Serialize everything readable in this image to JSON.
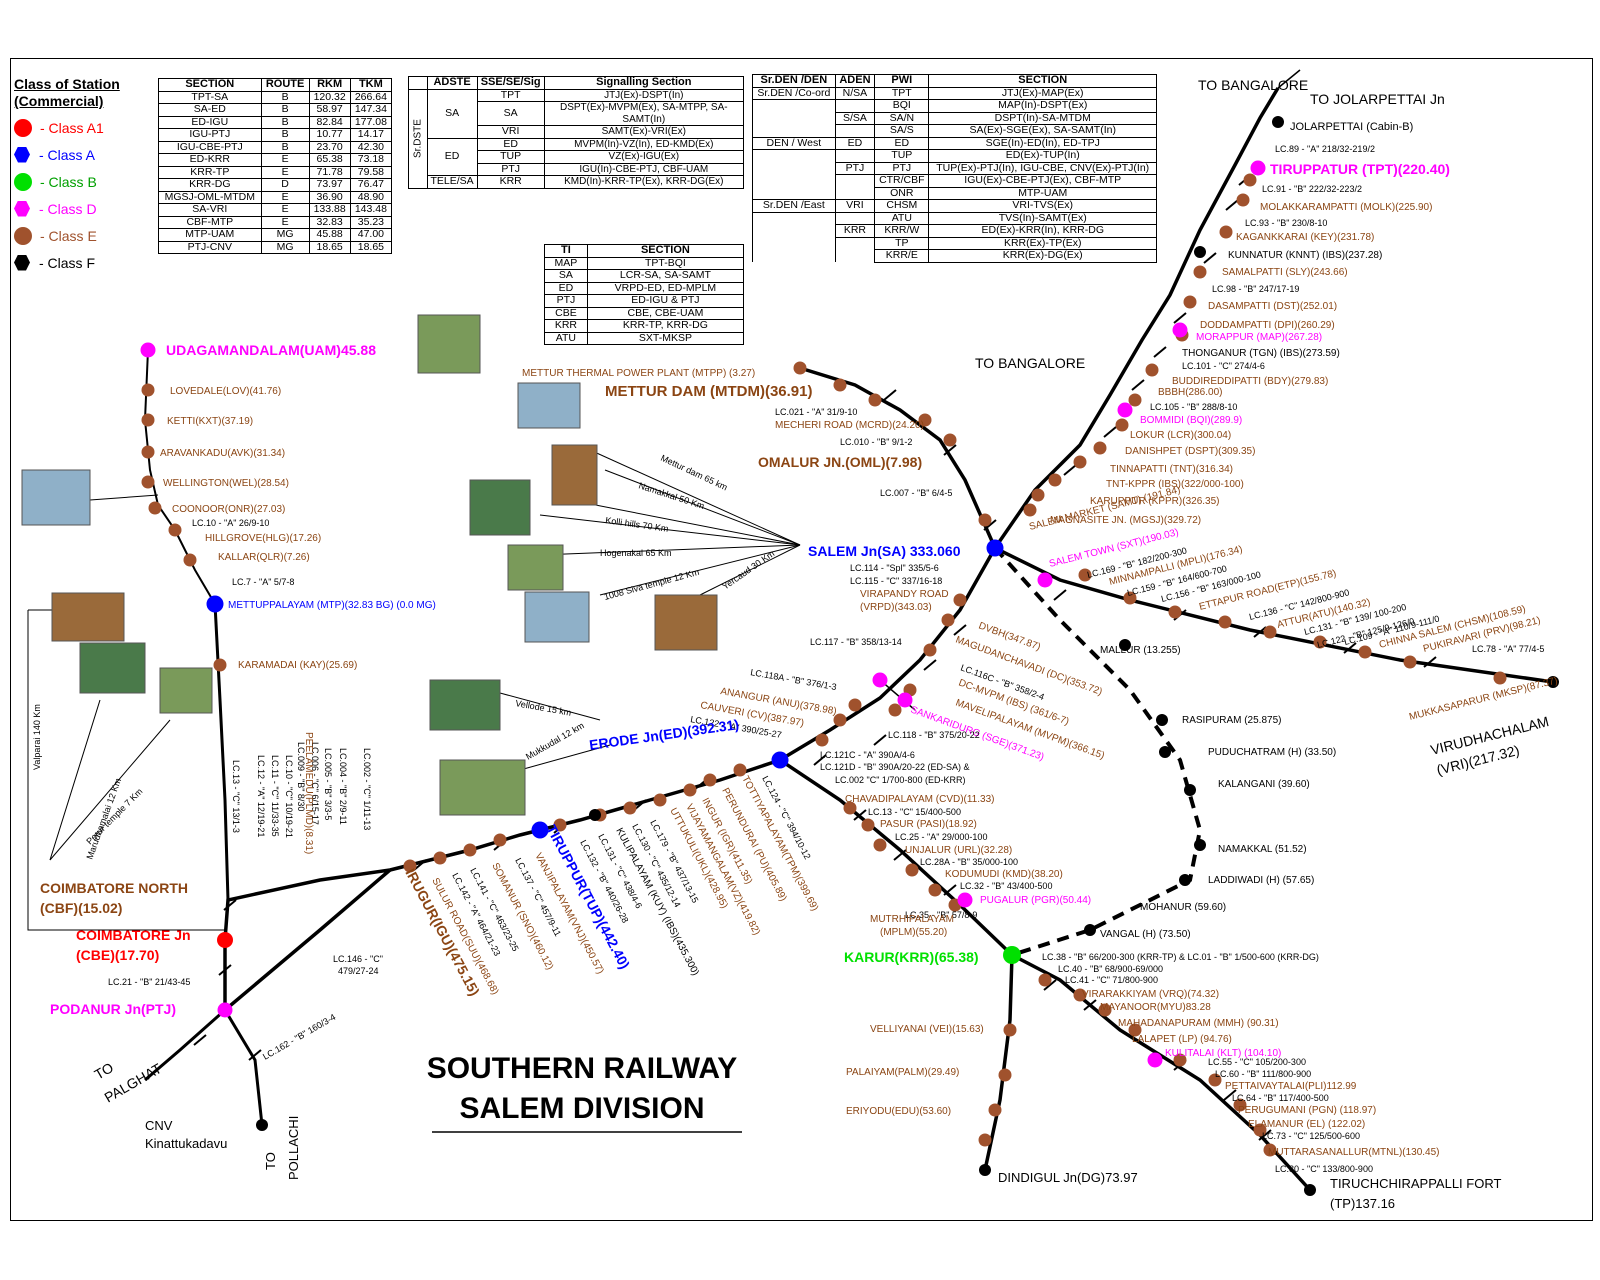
{
  "title": {
    "line1": "SOUTHERN RAILWAY",
    "line2": "SALEM DIVISION"
  },
  "legend": {
    "title_l1": "Class of Station",
    "title_l2": "(Commercial)",
    "items": [
      {
        "label": "- Class A1",
        "color": "#ff0000",
        "shape": "circle"
      },
      {
        "label": "- Class A",
        "color": "#0000ff",
        "shape": "hexagon"
      },
      {
        "label": "- Class B",
        "color": "#00e000",
        "shape": "circle"
      },
      {
        "label": "- Class D",
        "color": "#ff00ff",
        "shape": "hexagon"
      },
      {
        "label": "- Class E",
        "color": "#a0522d",
        "shape": "circle"
      },
      {
        "label": "- Class F",
        "color": "#000000",
        "shape": "hexagon"
      }
    ]
  },
  "section_table": {
    "headers": [
      "SECTION",
      "ROUTE",
      "RKM",
      "TKM"
    ],
    "rows": [
      [
        "TPT-SA",
        "B",
        "120.32",
        "266.64"
      ],
      [
        "SA-ED",
        "B",
        "58.97",
        "147.34"
      ],
      [
        "ED-IGU",
        "B",
        "82.84",
        "177.08"
      ],
      [
        "IGU-PTJ",
        "B",
        "10.77",
        "14.17"
      ],
      [
        "IGU-CBE-PTJ",
        "B",
        "23.70",
        "42.30"
      ],
      [
        "ED-KRR",
        "E",
        "65.38",
        "73.18"
      ],
      [
        "KRR-TP",
        "E",
        "71.78",
        "79.58"
      ],
      [
        "KRR-DG",
        "D",
        "73.97",
        "76.47"
      ],
      [
        "MGSJ-OML-MTDM",
        "E",
        "36.90",
        "48.90"
      ],
      [
        "SA-VRI",
        "E",
        "133.88",
        "143.48"
      ],
      [
        "CBF-MTP",
        "E",
        "32.83",
        "35.23"
      ],
      [
        "MTP-UAM",
        "MG",
        "45.88",
        "47.00"
      ],
      [
        "PTJ-CNV",
        "MG",
        "18.65",
        "18.65"
      ]
    ]
  },
  "adste_table": {
    "side": "Sr.DSTE",
    "headers": [
      "ADSTE",
      "SSE/SE/Sig",
      "Signalling Section"
    ],
    "groups": [
      {
        "adste": "SA",
        "rows": [
          [
            "TPT",
            "JTJ(Ex)-DSPT(In)"
          ],
          [
            "SA",
            "DSPT(Ex)-MVPM(Ex), SA-MTPP, SA-SAMT(In)"
          ],
          [
            "VRI",
            "SAMT(Ex)-VRI(Ex)"
          ]
        ]
      },
      {
        "adste": "ED",
        "rows": [
          [
            "ED",
            "MVPM(In)-VZ(In), ED-KMD(Ex)"
          ],
          [
            "TUP",
            "VZ(Ex)-IGU(Ex)"
          ],
          [
            "PTJ",
            "IGU(In)-CBE-PTJ, CBF-UAM"
          ]
        ]
      },
      {
        "adste": "TELE/SA",
        "rows": [
          [
            "KRR",
            "KMD(In)-KRR-TP(Ex), KRR-DG(Ex)"
          ]
        ]
      }
    ]
  },
  "ti_table": {
    "headers": [
      "TI",
      "SECTION"
    ],
    "rows": [
      [
        "MAP",
        "TPT-BQI"
      ],
      [
        "SA",
        "LCR-SA, SA-SAMT"
      ],
      [
        "ED",
        "VRPD-ED, ED-MPLM"
      ],
      [
        "PTJ",
        "ED-IGU & PTJ"
      ],
      [
        "CBE",
        "CBE, CBE-UAM"
      ],
      [
        "KRR",
        "KRR-TP, KRR-DG"
      ],
      [
        "ATU",
        "SXT-MKSP"
      ]
    ]
  },
  "pwi_table": {
    "headers": [
      "Sr.DEN /DEN",
      "ADEN",
      "PWI",
      "SECTION"
    ],
    "rows": [
      [
        "Sr.DEN /Co-ord",
        "N/SA",
        "TPT",
        "JTJ(Ex)-MAP(Ex)"
      ],
      [
        "",
        "",
        "BQI",
        "MAP(In)-DSPT(Ex)"
      ],
      [
        "",
        "S/SA",
        "SA/N",
        "DSPT(In)-SA-MTDM"
      ],
      [
        "",
        "",
        "SA/S",
        "SA(Ex)-SGE(Ex), SA-SAMT(In)"
      ],
      [
        "DEN / West",
        "ED",
        "ED",
        "SGE(In)-ED(In), ED-TPJ"
      ],
      [
        "",
        "",
        "TUP",
        "ED(Ex)-TUP(In)"
      ],
      [
        "",
        "PTJ",
        "PTJ",
        "TUP(Ex)-PTJ(In), IGU-CBE, CNV(Ex)-PTJ(In)"
      ],
      [
        "",
        "",
        "CTR/CBF",
        "IGU(Ex)-CBE-PTJ(Ex), CBF-MTP"
      ],
      [
        "",
        "",
        "ONR",
        "MTP-UAM"
      ],
      [
        "Sr.DEN /East",
        "VRI",
        "CHSM",
        "VRI-TVS(Ex)"
      ],
      [
        "",
        "",
        "ATU",
        "TVS(In)-SAMT(Ex)"
      ],
      [
        "",
        "KRR",
        "KRR/W",
        "ED(Ex)-KRR(In), KRR-DG"
      ],
      [
        "",
        "",
        "TP",
        "KRR(Ex)-TP(Ex)"
      ],
      [
        "",
        "",
        "KRR/E",
        "KRR(Ex)-DG(Ex)"
      ]
    ]
  },
  "stations": [
    {
      "name": "TIRUPPATUR (TPT)(220.40)",
      "cls": "D"
    },
    {
      "name": "JOLARPETTAI (Cabin-B)",
      "cls": "F"
    },
    {
      "name": "MOLAKKARAMPATTI (MOLK)(225.90)",
      "cls": "E"
    },
    {
      "name": "KAGANKKARAI (KEY)(231.78)",
      "cls": "E"
    },
    {
      "name": "KUNNATUR (KNNT) (IBS)(237.28)",
      "cls": "F"
    },
    {
      "name": "SAMALPATTI (SLY)(243.66)",
      "cls": "E"
    },
    {
      "name": "DASAMPATTI (DST)(252.01)",
      "cls": "E"
    },
    {
      "name": "DODDAMPATTI (DPI)(260.29)",
      "cls": "E"
    },
    {
      "name": "MORAPPUR (MAP)(267.28)",
      "cls": "D"
    },
    {
      "name": "THONGANUR (TGN) (IBS)(273.59)",
      "cls": "F"
    },
    {
      "name": "BUDDIREDDIPATTI (BDY)(279.83)",
      "cls": "E"
    },
    {
      "name": "BBBH(286.00)",
      "cls": "E"
    },
    {
      "name": "BOMMIDI (BQI)(289.9)",
      "cls": "D"
    },
    {
      "name": "LOKUR (LCR)(300.04)",
      "cls": "E"
    },
    {
      "name": "DANISHPET (DSPT)(309.35)",
      "cls": "E"
    },
    {
      "name": "TINNAPATTI (TNT)(316.34)",
      "cls": "E"
    },
    {
      "name": "TNT-KPPR (IBS)(322/000-100)",
      "cls": "E"
    },
    {
      "name": "KARUPPUR (KPPR)(326.35)",
      "cls": "E"
    },
    {
      "name": "MAGNASITE JN. (MGSJ)(329.72)",
      "cls": "E"
    },
    {
      "name": "SALEM Jn(SA) 333.060",
      "cls": "A"
    },
    {
      "name": "VIRAPANDY ROAD (VRPD)(343.03)",
      "cls": "E"
    },
    {
      "name": "MAGUDANCHAVADI (DC)(353.72)",
      "cls": "E"
    },
    {
      "name": "SANKARIDURG (SGE)(371.23)",
      "cls": "D"
    },
    {
      "name": "ANANGUR (ANU)(378.98)",
      "cls": "E"
    },
    {
      "name": "CAUVERI (CV)(387.97)",
      "cls": "E"
    },
    {
      "name": "ERODE Jn(ED)(392.31)",
      "cls": "A"
    },
    {
      "name": "TIRUPPUR(TUP)(442.40)",
      "cls": "A"
    },
    {
      "name": "IRUGUR(IGU)(475.15)",
      "cls": "E"
    },
    {
      "name": "COIMBATORE NORTH (CBF)(15.02)",
      "cls": "E"
    },
    {
      "name": "COIMBATORE Jn (CBE)(17.70)",
      "cls": "A1"
    },
    {
      "name": "PODANUR Jn(PTJ)",
      "cls": "D"
    },
    {
      "name": "METTUPPALAYAM (MTP)(32.83 BG) (0.0 MG)",
      "cls": "A"
    },
    {
      "name": "UDAGAMANDALAM(UAM)45.88",
      "cls": "D"
    },
    {
      "name": "OMALUR JN.(OML)(7.98)",
      "cls": "E"
    },
    {
      "name": "METTUR DAM (MTDM)(36.91)",
      "cls": "E"
    },
    {
      "name": "KARUR(KRR)(65.38)",
      "cls": "B"
    },
    {
      "name": "PUGALUR (PGR)(50.44)",
      "cls": "D"
    },
    {
      "name": "KULITALAI (KLT) (104.10)",
      "cls": "D"
    },
    {
      "name": "SALEM TOWN (SXT)(190.03)",
      "cls": "D"
    }
  ],
  "labels": {
    "to_bangalore": "TO BANGALORE",
    "to_jolarpettai": "TO JOLARPETTAI Jn",
    "to_bangalore2": "TO BANGALORE",
    "jolarpettai": "JOLARPETTAI (Cabin-B)",
    "lc89": "LC.89 - \"A\" 218/32-219/2",
    "tirupattur": "TIRUPPATUR (TPT)(220.40)",
    "lc91": "LC.91 - \"B\" 222/32-223/2",
    "molk": "MOLAKKARAMPATTI (MOLK)(225.90)",
    "lc93": "LC.93 - \"B\" 230/8-10",
    "key": "KAGANKKARAI (KEY)(231.78)",
    "knnt": "KUNNATUR (KNNT) (IBS)(237.28)",
    "sly": "SAMALPATTI (SLY)(243.66)",
    "lc98": "LC.98 - \"B\" 247/17-19",
    "dst": "DASAMPATTI (DST)(252.01)",
    "dpi": "DODDAMPATTI (DPI)(260.29)",
    "map": "MORAPPUR (MAP)(267.28)",
    "tgn": "THONGANUR (TGN) (IBS)(273.59)",
    "lc101": "LC.101 - \"C\" 274/4-6",
    "bdy": "BUDDIREDDIPATTI (BDY)(279.83)",
    "bbbh": "BBBH(286.00)",
    "lc105": "LC.105 - \"B\" 288/8-10",
    "bqi": "BOMMIDI (BQI)(289.9)",
    "lcr": "LOKUR (LCR)(300.04)",
    "dspt": "DANISHPET (DSPT)(309.35)",
    "tnt": "TINNAPATTI (TNT)(316.34)",
    "tntkppr": "TNT-KPPR (IBS)(322/000-100)",
    "kppr": "KARUPPUR (KPPR)(326.35)",
    "mgsj": "MAGNASITE JN. (MGSJ)(329.72)",
    "mtpp": "METTUR THERMAL POWER PLANT (MTPP) (3.27)",
    "mtdm": "METTUR DAM (MTDM)(36.91)",
    "lc021": "LC.021 - \"A\" 31/9-10",
    "mcrd": "MECHERI ROAD (MCRD)(24.20)",
    "lc010": "LC.010 - \"B\" 9/1-2",
    "oml": "OMALUR JN.(OML)(7.98)",
    "lc007": "LC.007 - \"B\" 6/4-5",
    "salem": "SALEM Jn(SA) 333.060",
    "lc114": "LC.114 - \"Spl\" 335/5-6",
    "lc115": "LC.115 - \"C\" 337/16-18",
    "vrpd1": "VIRAPANDY ROAD",
    "vrpd2": "(VRPD)(343.03)",
    "samt": "SALEM MARKET (SAMT) (191.84)",
    "sxt": "SALEM TOWN (SXT)(190.03)",
    "lc169": "LC.169 - \"B\" 182/200-300",
    "mpli": "MINNAMPALLI (MPLI)(176.34)",
    "lc159": "LC.159 - \"B\" 164/600-700",
    "lc156": "LC.156 - \"B\" 163/000-100",
    "etp": "ETTAPUR ROAD(ETP)(155.78)",
    "lc136": "LC.136 - \"C\" 142/800-900",
    "atu": "ATTUR(ATU)(140.32)",
    "lc131": "LC.131 - \"B\" 139/ 100-200",
    "lc122": "LC.122 - \"B\" 125/9-126/0",
    "lc109": "LC.109 - \"A\" 110/9-111/0",
    "chsm": "CHINNA SALEM (CHSM)(108.59)",
    "prv": "PUKIRAVARI (PRV)(98.21)",
    "lc78": "LC.78 - \"A\" 77/4-5",
    "mksp": "MUKKASAPARUR (MKSP)(87.37)",
    "vri1": "VIRUDHACHALAM",
    "vri2": "(VRI)(217.32)",
    "mallur": "MALLUR (13.255)",
    "rasipuram": "RASIPURAM (25.875)",
    "puduchatram": "PUDUCHATRAM (H) (33.50)",
    "kalangani": "KALANGANI (39.60)",
    "namakkal": "NAMAKKAL (51.52)",
    "laddiwadi": "LADDIWADI (H) (57.65)",
    "mohanur": "MOHANUR (59.60)",
    "vangal": "VANGAL (H) (73.50)",
    "lc117": "LC.117 - \"B\" 358/13-14",
    "dvbh": "DVBH(347.87)",
    "dc": "MAGUDANCHAVADI (DC)(353.72)",
    "lc116c": "LC.116C - \"B\" 358/2-4",
    "dcmvpm": "DC-MVPM (IBS) (361/6-7)",
    "mvpm": "MAVELIPALAYAM (MVPM)(366.15)",
    "sge": "SANKARIDURG (SGE)(371.23)",
    "lc118": "LC.118 - \"B\" 375/20-22",
    "lc118a": "LC.118A - \"B\" 376/1-3",
    "anu": "ANANGUR (ANU)(378.98)",
    "cv": "CAUVERI (CV)(387.97)",
    "lc122a": "LC.122 - \"A\" 390/25-27",
    "lc121c": "LC.121C - \"A\" 390A/4-6",
    "lc121d": "LC.121D - \"B\" 390A/20-22 (ED-SA) &",
    "lc002": "LC.002 \"C\" 1/700-800 (ED-KRR)",
    "erode": "ERODE Jn(ED)(392.31)",
    "lc124": "LC.124 - \"C\" 394/10-12",
    "tpm": "TOTTIYAPALAYAM(TPM)(399.69)",
    "pu": "PERUNDURAI (PU)(405.89)",
    "ingr": "INGUR (IGR)(411.35)",
    "vz": "VIJAYAMANGALAM(VZ)(419.82)",
    "uki": "UTTUKULI(UKL)(428.95)",
    "lc179": "LC.179 - \"B\" 437/13-15",
    "lc130": "LC.130 - \"C\" 435/12-14",
    "kuy": "KULIPALAYAM (KUY) (IBS)(435.300)",
    "lc131b": "LC.131 - \"C\" 438/4-6",
    "lc132": "LC.132 - \"B\" 440/26-28",
    "tup": "TIRUPPUR(TUP)(442.40)",
    "vnj": "VANJIPALAYAM(VNJ)(450.57)",
    "lc137": "LC.137 - \"C\" 457/9-11",
    "sni": "SOMANUR (SNO)(460.12)",
    "lc141": "LC.141 - \"C\" 463/23-25",
    "lc142": "LC.142 - \"A\" 464/21-23",
    "sur": "SULUR ROAD(SUU)(468.68)",
    "igu": "IRUGUR(IGU)(475.15)",
    "lc146": "LC.146 - \"C\"",
    "lc146b": "479/27-24",
    "cbf1": "COIMBATORE NORTH",
    "cbf2": "(CBF)(15.02)",
    "cbe1": "COIMBATORE Jn",
    "cbe2": "(CBE)(17.70)",
    "lc21": "LC.21 - \"B\" 21/43-45",
    "ptj": "PODANUR Jn(PTJ)",
    "lc162": "LC.162 - \"B\" 160/3-4",
    "topalghat1": "TO",
    "topalghat2": "PALGHAT",
    "cnv1": "CNV",
    "cnv2": "Kinattukadavu",
    "topollachi1": "TO",
    "topollachi2": "POLLACHI",
    "uam": "UDAGAMANDALAM(UAM)45.88",
    "lov": "LOVEDALE(LOV)(41.76)",
    "kxt": "KETTI(KXT)(37.19)",
    "avk": "ARAVANKADU(AVK)(31.34)",
    "wel": "WELLINGTON(WEL)(28.54)",
    "onr": "COONOOR(ONR)(27.03)",
    "lc10": "LC.10 - \"A\" 26/9-10",
    "hlg": "HILLGROVE(HLG)(17.26)",
    "qlr": "KALLAR(QLR)(7.26)",
    "lc7": "LC.7 - \"A\" 5/7-8",
    "mtp": "METTUPPALAYAM (MTP)(32.83 BG) (0.0 MG)",
    "kay": "KARAMADAI (KAY)(25.69)",
    "lcs": [
      "LC.12 - \"A\" 12/19-21",
      "LC.11 - \"C\" 11/33-35",
      "LC.10 - \"C\" 10/19-21",
      "LC.009 - \"B\" 8/30",
      "LC.006 - \"C\" 6/15-17",
      "LC.005 - \"B\" 3/3-5",
      "LC.004 - \"B\" 2/9-11",
      "LC.002 - \"C\" 1/11-13"
    ],
    "lcs_names": [
      "LC.13 - \"C\" 13/1-3",
      "PEELAMEDU(PLMD)(8.31)"
    ],
    "karur": "KARUR(KRR)(65.38)",
    "cvd": "CHAVADIPALAYAM (CVD)(11.33)",
    "lc13": "LC.13 - \"C\" 15/400-500",
    "pasi": "PASUR (PASI)(18.92)",
    "lc25": "LC.25 - \"A\" 29/000-100",
    "urli": "UNJALUR (URL)(32.28)",
    "lc28a": "LC.28A - \"B\" 35/000-100",
    "kmd": "KODUMUDI (KMD)(38.20)",
    "lc32": "LC.32 - \"B\" 43/400-500",
    "pgr": "PUGALUR (PGR)(50.44)",
    "lc35": "LC.35 - \"B\" 57/8-9",
    "mpli2": "MUTRHIPALAYAM",
    "mpli3": "(MPLM)(55.20)",
    "lc38": "LC.38 - \"B\" 66/200-300 (KRR-TP) & LC.01 - \"B\" 1/500-600 (KRR-DG)",
    "lc40": "LC.40 - \"B\" 68/900-69/000",
    "lc41": "LC.41 - \"C\" 71/800-900",
    "vro": "VIRARAKKIYAM (VRQ)(74.32)",
    "myu": "MAYANOOR(MYU)83.28",
    "mmh": "MAHADANAPURAM (MMH) (90.31)",
    "lp": "LALAPET (LP) (94.76)",
    "klt": "KULITALAI (KLT) (104.10)",
    "lc55": "LC.55 - \"C\" 105/200-300",
    "lc60": "LC.60 - \"B\" 111/800-900",
    "pli": "PETTAIVAYTALAI(PLI)112.99",
    "lc64": "LC.64 - \"B\" 117/400-500",
    "pgn": "PERUGUMANI (PGN) (118.97)",
    "el": "ELAMANUR (EL) (122.02)",
    "lc73": "LC.73 - \"C\" 125/500-600",
    "mtnl": "MUTTARASANALLUR(MTNL)(130.45)",
    "lc80": "LC.80 - \"C\" 133/800-900",
    "tp1": "TIRUCHCHIRAPPALLI FORT",
    "tp2": "(TP)137.16",
    "vei": "VELLIYANAI (VEI)(15.63)",
    "palm": "PALAIYAM(PALM)(29.49)",
    "edu": "ERIYODU(EDU)(53.60)",
    "dg": "DINDIGUL Jn(DG)73.97",
    "mettur_dist": "Mettur dam 65 km",
    "namakkal_dist": "Namakkal 50 Km",
    "kolli_dist": "Kolli hills 70 Km",
    "hogen_dist": "Hogenakal 65 Km",
    "siva_dist": "1008 Siva temple 12 Km",
    "yercaud_dist": "Yercaud 30 Km",
    "vellode_dist": "Vellode 15 km",
    "mukkudal_dist": "Mukkudal 12 km",
    "valparai": "Valparai 140 Km",
    "marudhamalai": "Marudhamalai 12 Km",
    "perur": "Perur temple 7 Km"
  },
  "colors": {
    "a1": "#ff0000",
    "a": "#0000ff",
    "b": "#00e000",
    "d": "#ff00ff",
    "e": "#a0522d",
    "f": "#000000",
    "station_text": "#8b4513"
  }
}
